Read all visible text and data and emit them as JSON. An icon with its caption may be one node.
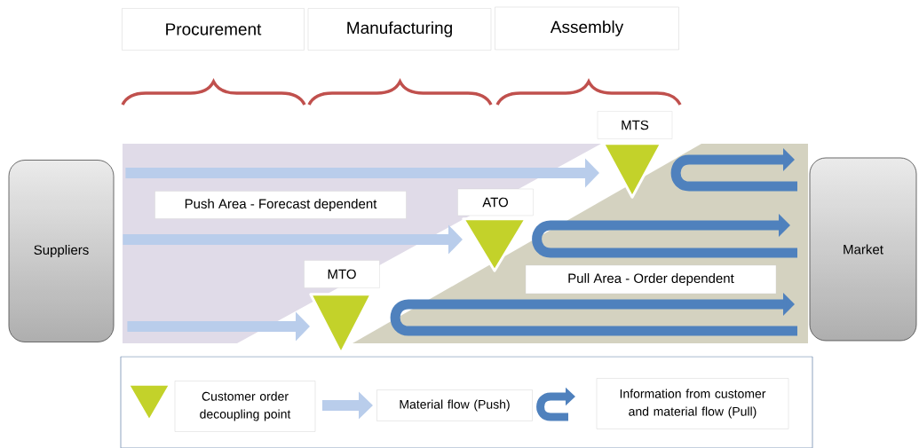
{
  "diagram": {
    "nodes": [
      {
        "text": [
          "Procurement"
        ]
      },
      {
        "text": [
          "Manufacturing"
        ]
      },
      {
        "text": [
          "Assembly"
        ]
      },
      {
        "text": [
          "Suppliers"
        ]
      },
      {
        "text": [
          "Push Area - Forecast dependent"
        ]
      },
      {
        "text": [
          "MTS"
        ]
      },
      {
        "text": [],
        "shape": "triangle"
      },
      {
        "text": [
          "ATO"
        ]
      },
      {
        "text": [],
        "shape": "triangle"
      },
      {
        "text": [
          "MTO"
        ]
      },
      {
        "text": [],
        "shape": "triangle"
      },
      {
        "text": [
          "Pull Area - Order dependent"
        ]
      },
      {
        "text": [
          "Market"
        ]
      }
    ],
    "edges": [
      {
        "from": 3,
        "to": 6,
        "arrow": "to"
      },
      {
        "from": 3,
        "to": 8,
        "arrow": "to"
      },
      {
        "from": 3,
        "to": 10,
        "arrow": "to"
      }
    ],
    "legend": [
      {
        "text": "Customer order decoupling point"
      },
      {
        "text": "Material flow (Push)"
      },
      {
        "text": "Information from customer and material flow (Pull)"
      }
    ]
  }
}
